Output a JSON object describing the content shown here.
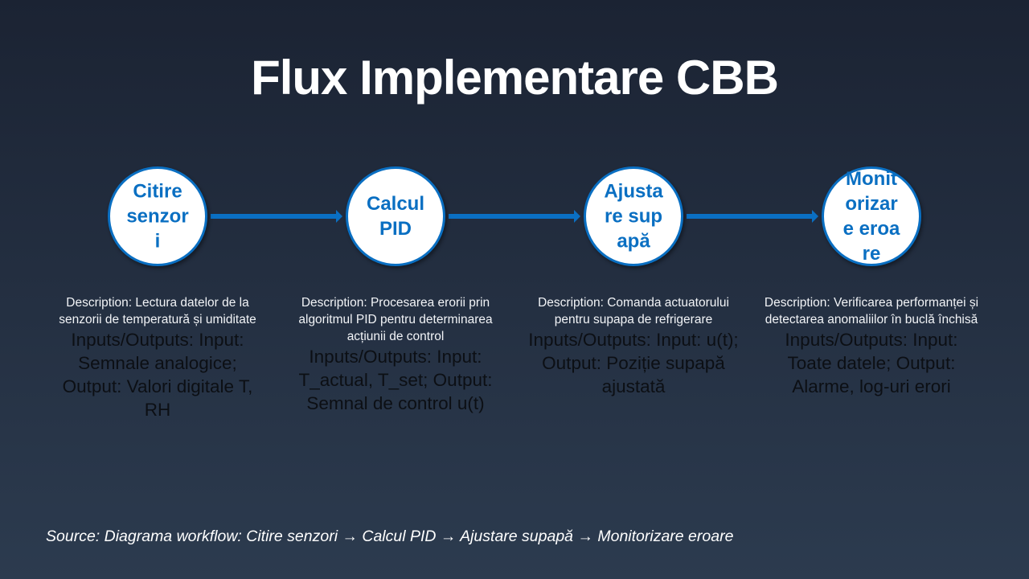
{
  "title": "Flux Implementare CBB",
  "colors": {
    "accent": "#0a6fc2"
  },
  "steps": [
    {
      "label": "Citire senzori",
      "description": "Description: Lectura datelor de la senzorii de temperatură și umiditate",
      "io": "Inputs/Outputs: Input: Semnale analogice; Output: Valori digitale T, RH"
    },
    {
      "label": "Calcul PID",
      "description": "Description: Procesarea erorii prin algoritmul PID pentru determinarea acțiunii de control",
      "io": "Inputs/Outputs: Input: T_actual, T_set; Output: Semnal de control u(t)"
    },
    {
      "label": "Ajustare supapă",
      "description": "Description: Comanda actuatorului pentru supapa de refrigerare",
      "io": "Inputs/Outputs: Input: u(t); Output: Poziție supapă ajustată"
    },
    {
      "label": "Monitorizare eroare",
      "description": "Description: Verificarea performanței și detectarea anomaliilor în buclă închisă",
      "io": "Inputs/Outputs: Input: Toate datele; Output: Alarme, log-uri erori"
    }
  ],
  "source": "Source: Diagrama workflow: Citire senzori → Calcul PID → Ajustare supapă → Monitorizare eroare"
}
